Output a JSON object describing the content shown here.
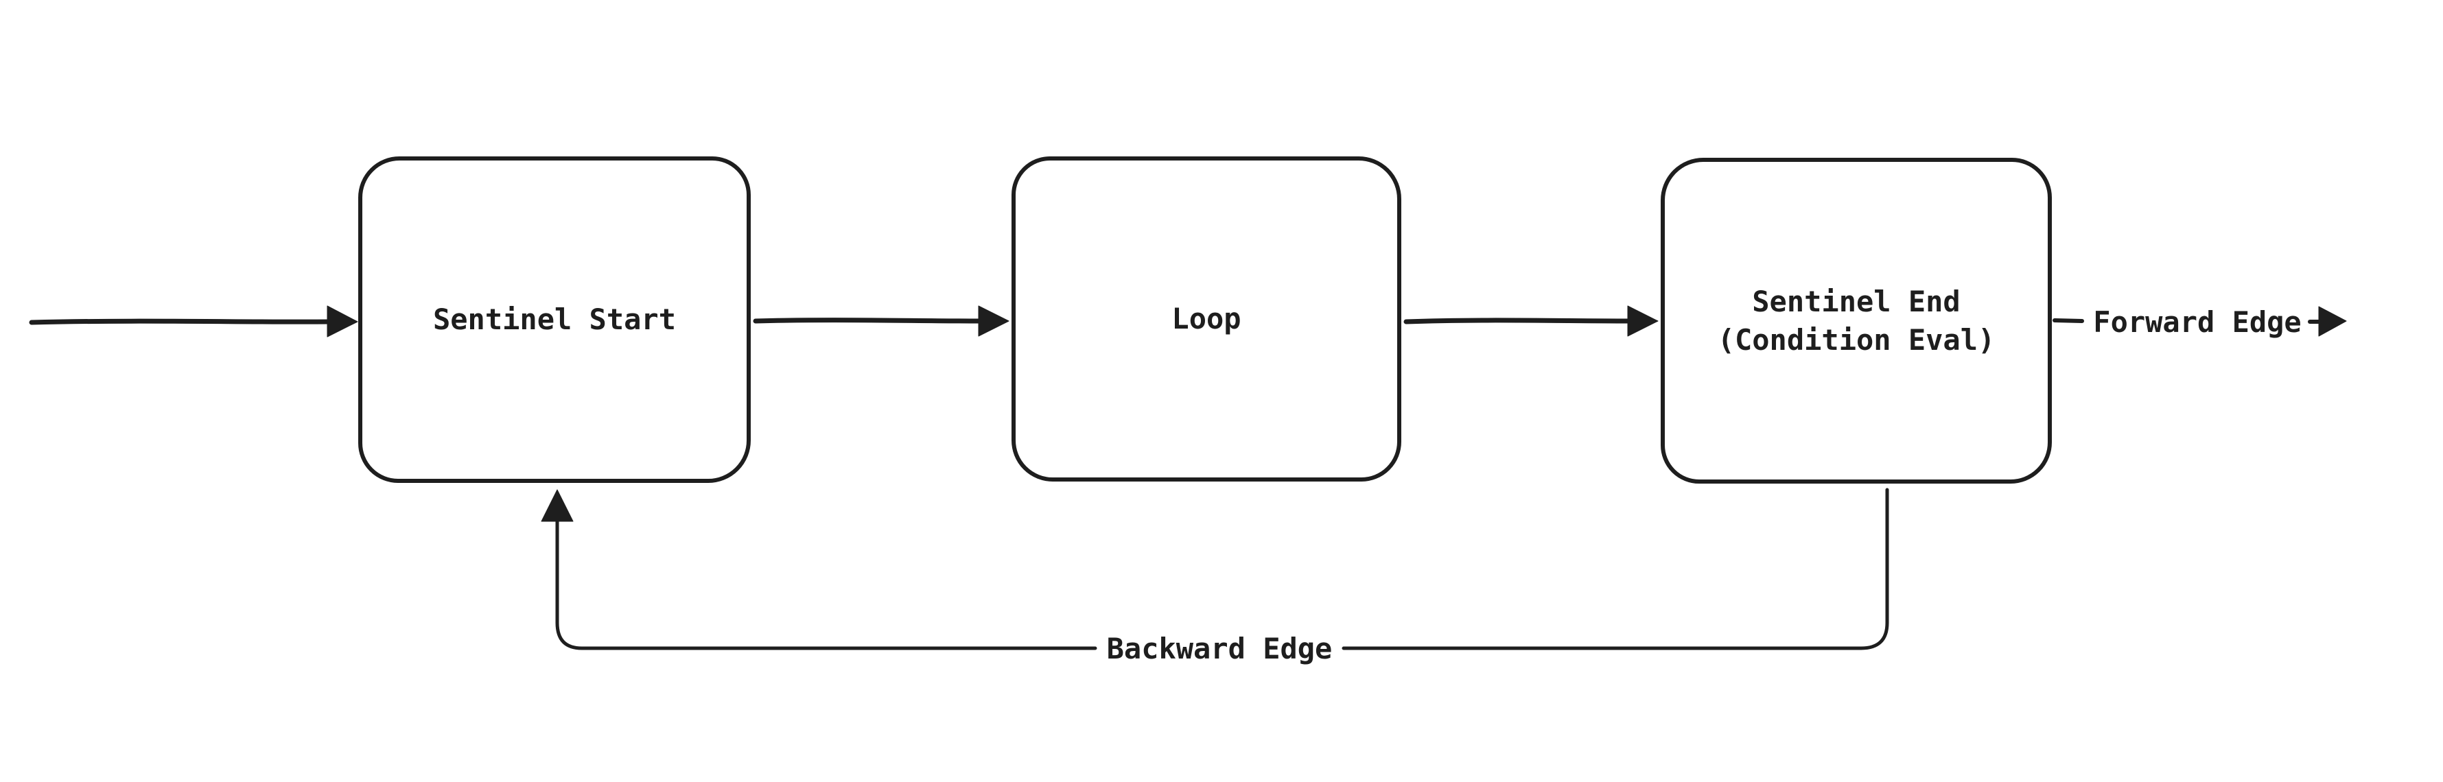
{
  "canvas": {
    "background": "#ffffff",
    "stroke_color": "#1e1e1e",
    "style": "hand-drawn flowchart"
  },
  "nodes": [
    {
      "id": "sentinel-start",
      "label": "Sentinel Start"
    },
    {
      "id": "loop",
      "label": "Loop"
    },
    {
      "id": "sentinel-end",
      "label": "Sentinel End\n(Condition Eval)"
    }
  ],
  "edges": [
    {
      "id": "entry",
      "from": "outside",
      "to": "sentinel-start",
      "label": ""
    },
    {
      "id": "start-to-loop",
      "from": "sentinel-start",
      "to": "loop",
      "label": ""
    },
    {
      "id": "loop-to-end",
      "from": "loop",
      "to": "sentinel-end",
      "label": ""
    },
    {
      "id": "forward",
      "from": "sentinel-end",
      "to": "outside",
      "label": "Forward Edge"
    },
    {
      "id": "backward",
      "from": "sentinel-end",
      "to": "sentinel-start",
      "label": "Backward Edge"
    }
  ],
  "edge_labels": {
    "forward": "Forward Edge",
    "backward": "Backward Edge"
  }
}
